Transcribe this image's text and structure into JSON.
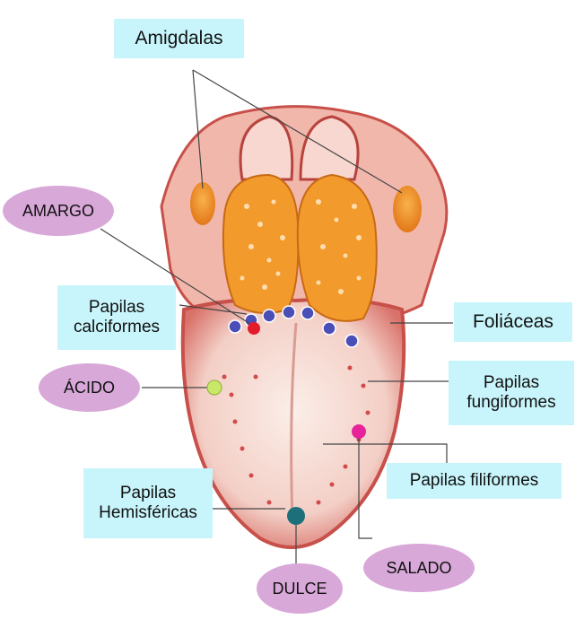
{
  "labels": {
    "amigdalas": "Amigdalas",
    "papilas_calciformes": "Papilas calciformes",
    "foliaceas": "Foliáceas",
    "papilas_fungiformes": "Papilas fungiformes",
    "papilas_filiformes": "Papilas filiformes",
    "papilas_hemisfericas": "Papilas Hemisféricas"
  },
  "tastes": {
    "amargo": "AMARGO",
    "acido": "ÁCIDO",
    "salado": "SALADO",
    "dulce": "DULCE"
  },
  "colors": {
    "label_bg": "#c8f5fb",
    "taste_bg": "#d8a8d8",
    "tongue": "#f2c4bb",
    "tongue_edge": "#c8504a",
    "tonsil": "#f39a2c",
    "acido_dot": "#c9e86a",
    "amargo_dot": "#e21c2a",
    "salado_dot": "#e6239a",
    "dulce_dot": "#1d6f7a"
  }
}
